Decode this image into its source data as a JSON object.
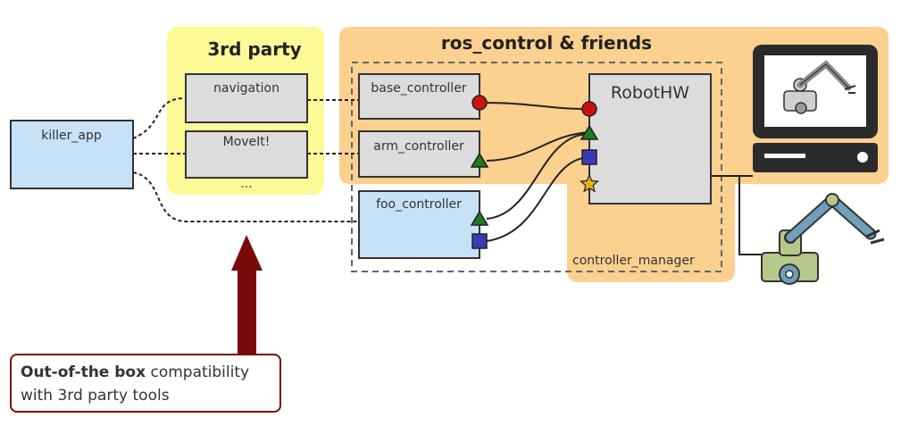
{
  "groups": {
    "third_party": "3rd party",
    "ros_control": "ros_control & friends",
    "controller_manager": "controller_manager"
  },
  "nodes": {
    "killer_app": "killer_app",
    "navigation": "navigation",
    "moveit": "MoveIt!",
    "ellipsis": "...",
    "base_controller": "base_controller",
    "arm_controller": "arm_controller",
    "foo_controller": "foo_controller",
    "robot_hw": "RobotHW"
  },
  "callout": {
    "bold": "Out-of-the box",
    "rest": " compatibility",
    "line2": "with 3rd party tools"
  },
  "colors": {
    "third_party_bg": "#fcf996",
    "ros_control_bg": "#fcd08f",
    "app_box": "#c7e1f7",
    "gray_box": "#dcdcdc",
    "arrow": "#7a0a0a",
    "port_circle": "#cc1111",
    "port_triangle": "#1f7a1f",
    "port_square": "#3a3ab8",
    "port_star": "#e3b021",
    "robot_green": "#b6c98a",
    "robot_blue": "#6fa0b8"
  },
  "icons": [
    "computer-monitor-icon",
    "robot-arm-icon"
  ]
}
